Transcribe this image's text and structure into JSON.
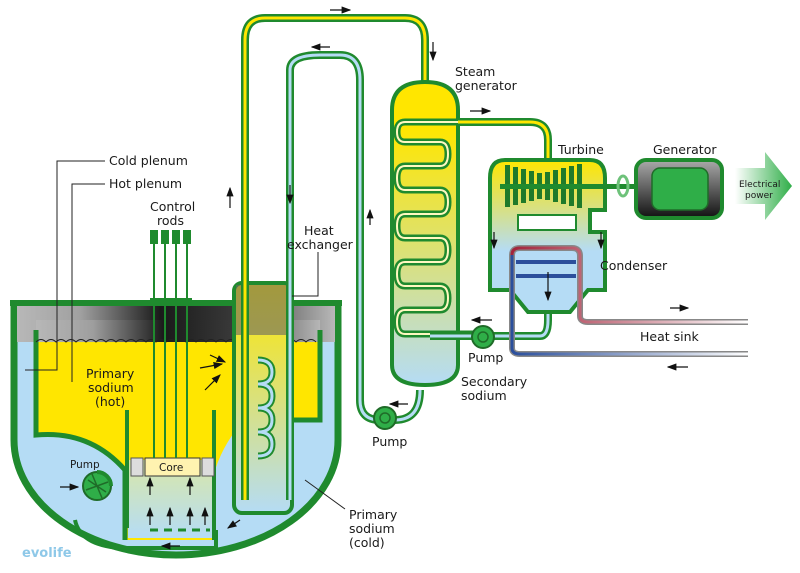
{
  "diagram": {
    "title": "Sodium-cooled fast reactor (pool type)",
    "labels": {
      "cold_plenum": "Cold plenum",
      "hot_plenum": "Hot plenum",
      "control_rods": [
        "Control",
        "rods"
      ],
      "heat_exchanger": [
        "Heat",
        "exchanger"
      ],
      "steam_generator": [
        "Steam",
        "generator"
      ],
      "turbine": "Turbine",
      "generator": "Generator",
      "electrical_power": [
        "Electrical",
        "power"
      ],
      "condenser": "Condenser",
      "heat_sink": "Heat sink",
      "pump_secondary_right": "Pump",
      "pump_secondary_bottom": "Pump",
      "pump_primary": "Pump",
      "secondary_sodium": [
        "Secondary",
        "sodium"
      ],
      "primary_sodium_hot": [
        "Primary",
        "sodium",
        "(hot)"
      ],
      "primary_sodium_cold": [
        "Primary",
        "sodium",
        "(cold)"
      ],
      "core": "Core"
    },
    "watermark": "evolife",
    "colors": {
      "outline_green": "#1f8a2e",
      "hot_yellow": "#ffe600",
      "cold_blue": "#b5dcf5",
      "argon_gray": "#b3b3b3",
      "heat_sink_red": "#a3243b",
      "heat_sink_blue": "#2b4f9c",
      "power_arrow": "#3fb34f"
    }
  }
}
